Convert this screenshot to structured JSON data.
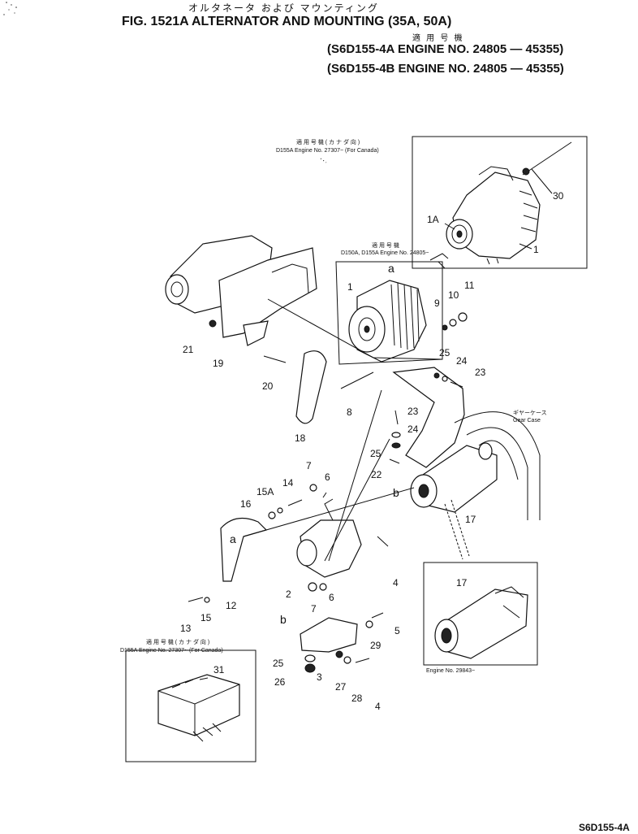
{
  "header": {
    "japanese_title": "オルタネータ および マウンティング",
    "title": "FIG. 1521A  ALTERNATOR AND MOUNTING (35A, 50A)",
    "applicable_label": "適 用 号 機",
    "serial_lines": [
      "(S6D155-4A  ENGINE NO. 24805 — 45355)",
      "(S6D155-4B  ENGINE NO. 24805 — 45355)"
    ]
  },
  "insets": {
    "top_right": {
      "jp": "適 用 号 機          ( カ ナ ダ 向 )",
      "note": "D155A  Engine No. 27307~ (For Canada)"
    },
    "middle": {
      "jp": "適 用 号 機",
      "note": "D150A, D155A  Engine No. 24805~"
    },
    "gear_case": {
      "jp": "ギヤーケース",
      "note": "Gear Case"
    },
    "bottom_left": {
      "jp": "適 用 号 機          ( カ ナ ダ 向 )",
      "note": "D155A  Engine No. 27307~ (For Canada)"
    },
    "bottom_right": {
      "note": "Engine No. 29843~"
    }
  },
  "callouts": {
    "n30": "30",
    "n1a": "1A",
    "n1_top": "1",
    "n1_mid": "1",
    "na_top": "a",
    "n9": "9",
    "n10": "10",
    "n11": "11",
    "n21": "21",
    "n19": "19",
    "n20": "20",
    "n25a": "25",
    "n24a": "24",
    "n23a": "23",
    "n8": "8",
    "n18": "18",
    "n23b": "23",
    "n24b": "24",
    "n25b": "25",
    "n22": "22",
    "nb_mid": "b",
    "n7a": "7",
    "n6a": "6",
    "n14": "14",
    "n15a": "15A",
    "n16": "16",
    "na_mid": "a",
    "n17a": "17",
    "n2": "2",
    "n6b": "6",
    "n4a": "4",
    "n12": "12",
    "n13": "13",
    "n15": "15",
    "n7b": "7",
    "nb_low": "b",
    "n5": "5",
    "n29": "29",
    "n25c": "25",
    "n26": "26",
    "n3": "3",
    "n27": "27",
    "n28": "28",
    "n4b": "4",
    "n31": "31",
    "n17b": "17"
  },
  "footer": {
    "code": "S6D155-4A"
  }
}
